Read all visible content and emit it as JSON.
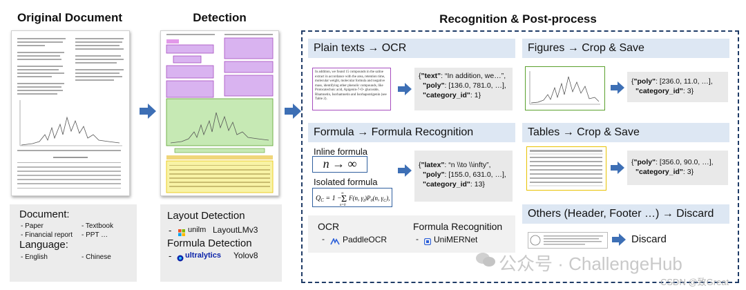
{
  "titles": {
    "original_document": "Original Document",
    "detection": "Detection",
    "recognition": "Recognition & Post-process"
  },
  "original": {
    "document_label": "Document:",
    "doc_types": [
      "- Paper",
      "- Textbook",
      "- Financial report",
      "- PPT  …"
    ],
    "language_label": "Language:",
    "languages": [
      "- English",
      "- Chinese"
    ]
  },
  "detection": {
    "layout_detection": "Layout Detection",
    "unilm_logo": "unilm",
    "layout_model": "LayoutLMv3",
    "formula_detection": "Formula Detection",
    "ultralytics_logo": "ultralytics",
    "formula_model": "Yolov8"
  },
  "plain_texts": {
    "header": "Plain texts → OCR",
    "sample": "In addition, we found 15 compounds in the saline extract in accordance with the area, retention time, molecular weight, molecular formula and negative mass, identifying other phenolic compounds, like Protocatechuic acid, Apigenin-7-O- glucoside, Rhamnetin, Isorhamnetin and Isorhapontigenin (see Table 2).",
    "json_line1_key": "\"text\"",
    "json_line1_val": ": “In addition, we…”,",
    "json_line2_key": "\"poly\"",
    "json_line2_val": ": [136.0, 781.0, …],",
    "json_line3_key": "\"category_id\"",
    "json_line3_val": ": 1}"
  },
  "formula": {
    "header": "Formula → Formula Recognition",
    "inline_label": "Inline formula",
    "inline_formula": "n → ∞",
    "isolated_label": "Isolated formula",
    "isolated_formula": "Q_C = 1 − Σ F(n, γ_I) P_0(n, γ_C),",
    "json_line1_key": "\"latex\"",
    "json_line1_val": ": “n \\\\to \\\\infty”,",
    "json_line2_key": "\"poly\"",
    "json_line2_val": ": [155.0, 631.0, …],",
    "json_line3_key": "\"category_id\"",
    "json_line3_val": ": 13}"
  },
  "tools": {
    "ocr_label": "OCR",
    "ocr_tool": "PaddleOCR",
    "formula_label": "Formula Recognition",
    "formula_tool": "UniMERNet"
  },
  "figures": {
    "header": "Figures → Crop & Save",
    "json_line1_key": "\"poly\"",
    "json_line1_val": ": [236.0, 11.0, …],",
    "json_line2_key": "\"category_id\"",
    "json_line2_val": ": 3}"
  },
  "tables": {
    "header": "Tables → Crop & Save",
    "json_line1_key": "\"poly\"",
    "json_line1_val": ": [356.0, 90.0, …],",
    "json_line2_key": "\"category_id\"",
    "json_line2_val": ": 3}"
  },
  "others": {
    "header": "Others (Header, Footer …) → Discard",
    "discard": "Discard"
  },
  "watermark": {
    "channel": "公众号 · ChallengeHub",
    "csdn": "CSDN @致Great"
  },
  "colors": {
    "frame": "#1f3b66",
    "arrow": "#3d6fb5",
    "panel_header": "#dde7f3",
    "text_box": "#a64dbf",
    "figure_box": "#5aa02c",
    "table_box": "#e8c200",
    "formula_box": "#2f5f9e"
  }
}
